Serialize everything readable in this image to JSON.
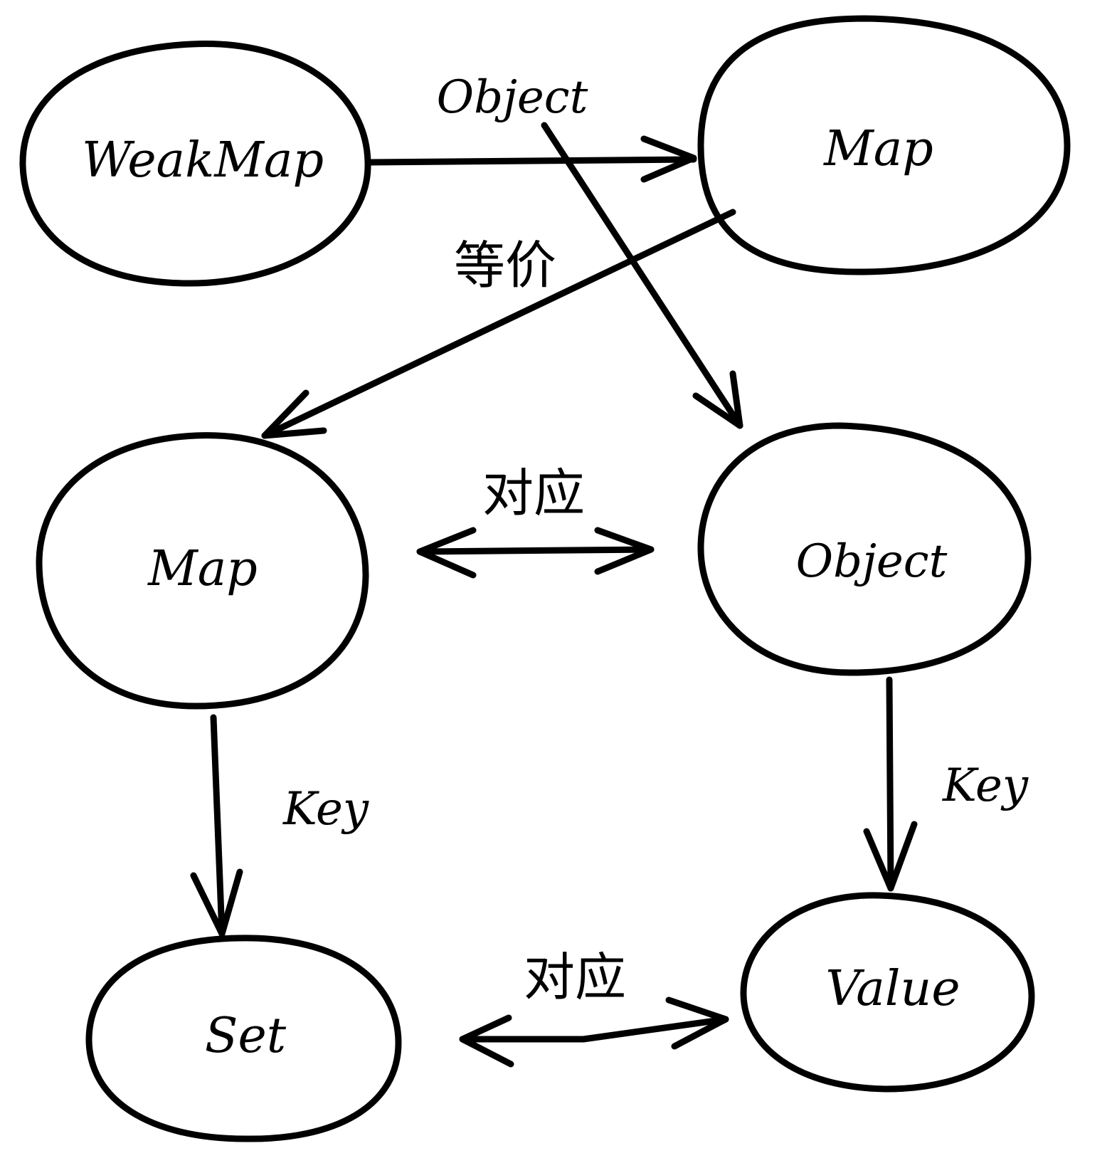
{
  "diagram": {
    "nodes": {
      "weakmap": "WeakMap",
      "map_top": "Map",
      "map_left": "Map",
      "object_right": "Object",
      "set": "Set",
      "value": "Value"
    },
    "edge_labels": {
      "weakmap_to_map": "Object",
      "map_to_map": "等价",
      "map_object_corresponds": "对应",
      "map_to_set": "Key",
      "object_to_value": "Key",
      "set_value_corresponds": "对应"
    }
  }
}
